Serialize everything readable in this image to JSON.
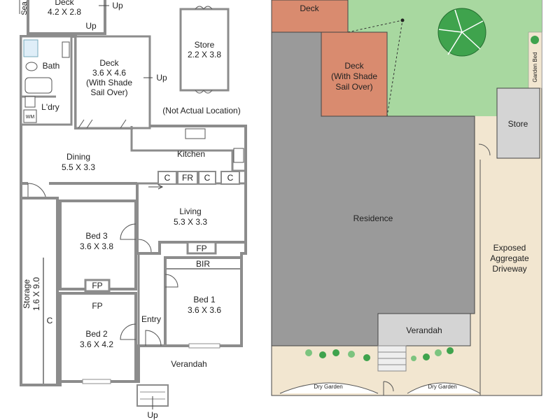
{
  "floorplan": {
    "rooms": {
      "deck_top": {
        "name": "Deck",
        "dims": "4.2 X 2.8"
      },
      "seat": {
        "name": "Sea"
      },
      "up_top": "Up",
      "up_deck": "Up",
      "up_right": "Up",
      "up_bottom": "Up",
      "store": {
        "name": "Store",
        "dims": "2.2 X 3.8",
        "note": "(Not Actual Location)"
      },
      "deck": {
        "name": "Deck",
        "dims": "3.6 X 4.6",
        "line3": "(With Shade",
        "line4": "Sail Over)"
      },
      "bath": "Bath",
      "laundry": "L'dry",
      "wm": "WM",
      "dining": {
        "name": "Dining",
        "dims": "5.5 X 3.3"
      },
      "kitchen": "Kitchen",
      "appliances": [
        "C",
        "FR",
        "C",
        "C"
      ],
      "living": {
        "name": "Living",
        "dims": "5.3 X 3.3"
      },
      "fp_living": "FP",
      "bed3": {
        "name": "Bed 3",
        "dims": "3.6 X 3.8"
      },
      "fp_bed3": "FP",
      "fp_bed2": "FP",
      "bir": "BIR",
      "bed1": {
        "name": "Bed 1",
        "dims": "3.6 X 3.6"
      },
      "storage": {
        "name": "Storage",
        "dims": "1.6 X 9.0"
      },
      "storage_c": "C",
      "entry": "Entry",
      "bed2": {
        "name": "Bed 2",
        "dims": "3.6 X 4.2"
      },
      "verandah": "Verandah"
    }
  },
  "siteplan": {
    "deck_top": "Deck",
    "deck": {
      "line1": "Deck",
      "line2": "(With Shade",
      "line3": "Sail Over)"
    },
    "garden_bed": "Garden Bed",
    "store": "Store",
    "residence": "Residence",
    "driveway": {
      "line1": "Exposed",
      "line2": "Aggregate",
      "line3": "Driveway"
    },
    "verandah": "Verandah",
    "dry_garden_left": "Dry Garden",
    "dry_garden_right": "Dry Garden"
  },
  "colors": {
    "wall": "#8c8c8c",
    "deck_fill": "#d98b6f",
    "lawn": "#a8d8a0",
    "paving": "#f2e6d0",
    "residence": "#9a9a9a",
    "store_fill": "#d4d4d4",
    "tree": "#3fa34d"
  }
}
